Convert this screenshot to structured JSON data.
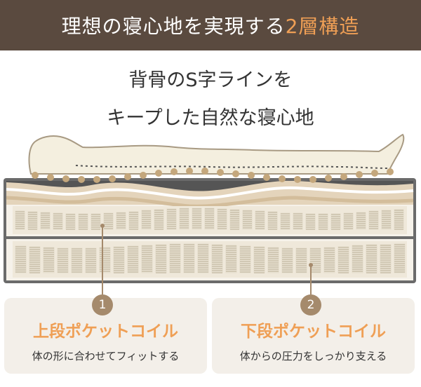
{
  "header": {
    "title_main": "理想の寝心地を実現する",
    "title_accent": "2層構造"
  },
  "subtitle": {
    "line1": "背骨のS字ラインを",
    "line2": "キープした自然な寝心地"
  },
  "layers": [
    {
      "number": "1",
      "title": "上段ポケットコイル",
      "description": "体の形に合わせてフィットする"
    },
    {
      "number": "2",
      "title": "下段ポケットコイル",
      "description": "体からの圧力をしっかり支える"
    }
  ],
  "colors": {
    "header_bg": "#5a4a3f",
    "accent": "#ef9f55",
    "badge": "#a58a6c",
    "card_bg": "#f3efe9",
    "coil_light": "#e9e2d2",
    "coil_dark": "#b9ad95",
    "frame": "#6b6b6b"
  }
}
